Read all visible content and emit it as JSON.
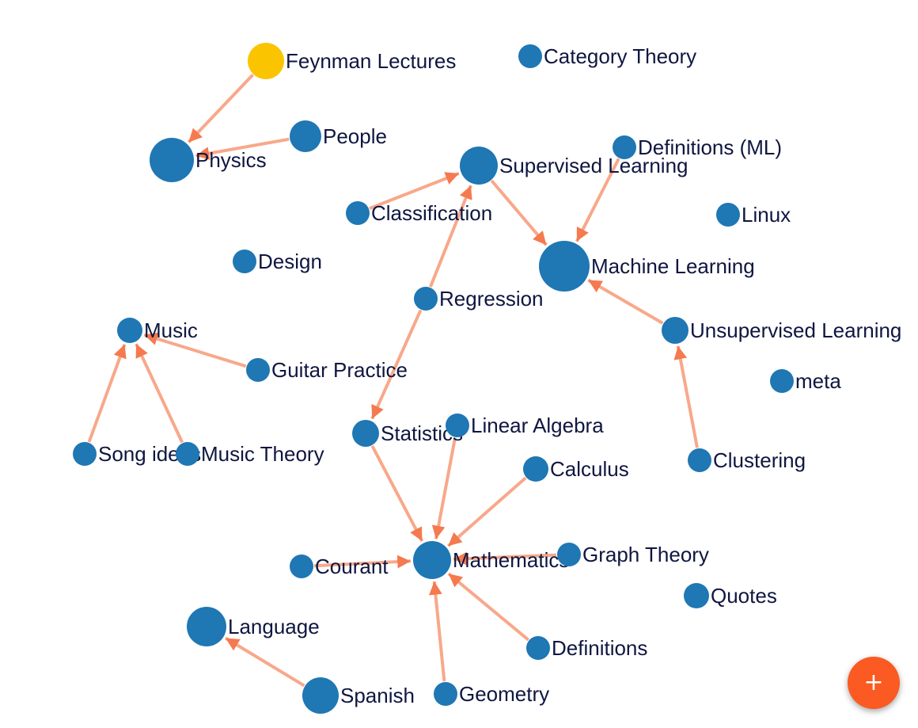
{
  "graph": {
    "node_color": "#1f77b4",
    "highlight_color": "#fbc400",
    "edge_color": "#f8a88a",
    "arrow_color": "#f57a4f",
    "nodes": [
      {
        "id": "feynman",
        "label": "Feynman Lectures",
        "highlighted": true
      },
      {
        "id": "category_theory",
        "label": "Category Theory"
      },
      {
        "id": "physics",
        "label": "Physics"
      },
      {
        "id": "people",
        "label": "People"
      },
      {
        "id": "supervised",
        "label": "Supervised Learning"
      },
      {
        "id": "definitions_ml",
        "label": "Definitions (ML)"
      },
      {
        "id": "classification",
        "label": "Classification"
      },
      {
        "id": "linux",
        "label": "Linux"
      },
      {
        "id": "design",
        "label": "Design"
      },
      {
        "id": "machine_learning",
        "label": "Machine Learning"
      },
      {
        "id": "regression",
        "label": "Regression"
      },
      {
        "id": "music",
        "label": "Music"
      },
      {
        "id": "unsupervised",
        "label": "Unsupervised Learning"
      },
      {
        "id": "guitar",
        "label": "Guitar Practice"
      },
      {
        "id": "meta",
        "label": "meta"
      },
      {
        "id": "statistics",
        "label": "Statistics"
      },
      {
        "id": "linear_algebra",
        "label": "Linear Algebra"
      },
      {
        "id": "song_ideas",
        "label": "Song ideas"
      },
      {
        "id": "music_theory",
        "label": "Music Theory"
      },
      {
        "id": "clustering",
        "label": "Clustering"
      },
      {
        "id": "calculus",
        "label": "Calculus"
      },
      {
        "id": "courant",
        "label": "Courant"
      },
      {
        "id": "mathematics",
        "label": "Mathematics"
      },
      {
        "id": "graph_theory",
        "label": "Graph Theory"
      },
      {
        "id": "quotes",
        "label": "Quotes"
      },
      {
        "id": "language",
        "label": "Language"
      },
      {
        "id": "definitions",
        "label": "Definitions"
      },
      {
        "id": "spanish",
        "label": "Spanish"
      },
      {
        "id": "geometry",
        "label": "Geometry"
      }
    ],
    "edges": [
      {
        "source": "feynman",
        "target": "physics"
      },
      {
        "source": "people",
        "target": "physics"
      },
      {
        "source": "classification",
        "target": "supervised"
      },
      {
        "source": "regression",
        "target": "supervised"
      },
      {
        "source": "supervised",
        "target": "machine_learning"
      },
      {
        "source": "definitions_ml",
        "target": "machine_learning"
      },
      {
        "source": "unsupervised",
        "target": "machine_learning"
      },
      {
        "source": "clustering",
        "target": "unsupervised"
      },
      {
        "source": "regression",
        "target": "statistics"
      },
      {
        "source": "guitar",
        "target": "music"
      },
      {
        "source": "song_ideas",
        "target": "music"
      },
      {
        "source": "music_theory",
        "target": "music"
      },
      {
        "source": "statistics",
        "target": "mathematics"
      },
      {
        "source": "linear_algebra",
        "target": "mathematics"
      },
      {
        "source": "calculus",
        "target": "mathematics"
      },
      {
        "source": "courant",
        "target": "mathematics"
      },
      {
        "source": "graph_theory",
        "target": "mathematics"
      },
      {
        "source": "definitions",
        "target": "mathematics"
      },
      {
        "source": "geometry",
        "target": "mathematics"
      },
      {
        "source": "spanish",
        "target": "language"
      }
    ]
  },
  "fab": {
    "label": "+",
    "color": "#fb5a22"
  }
}
